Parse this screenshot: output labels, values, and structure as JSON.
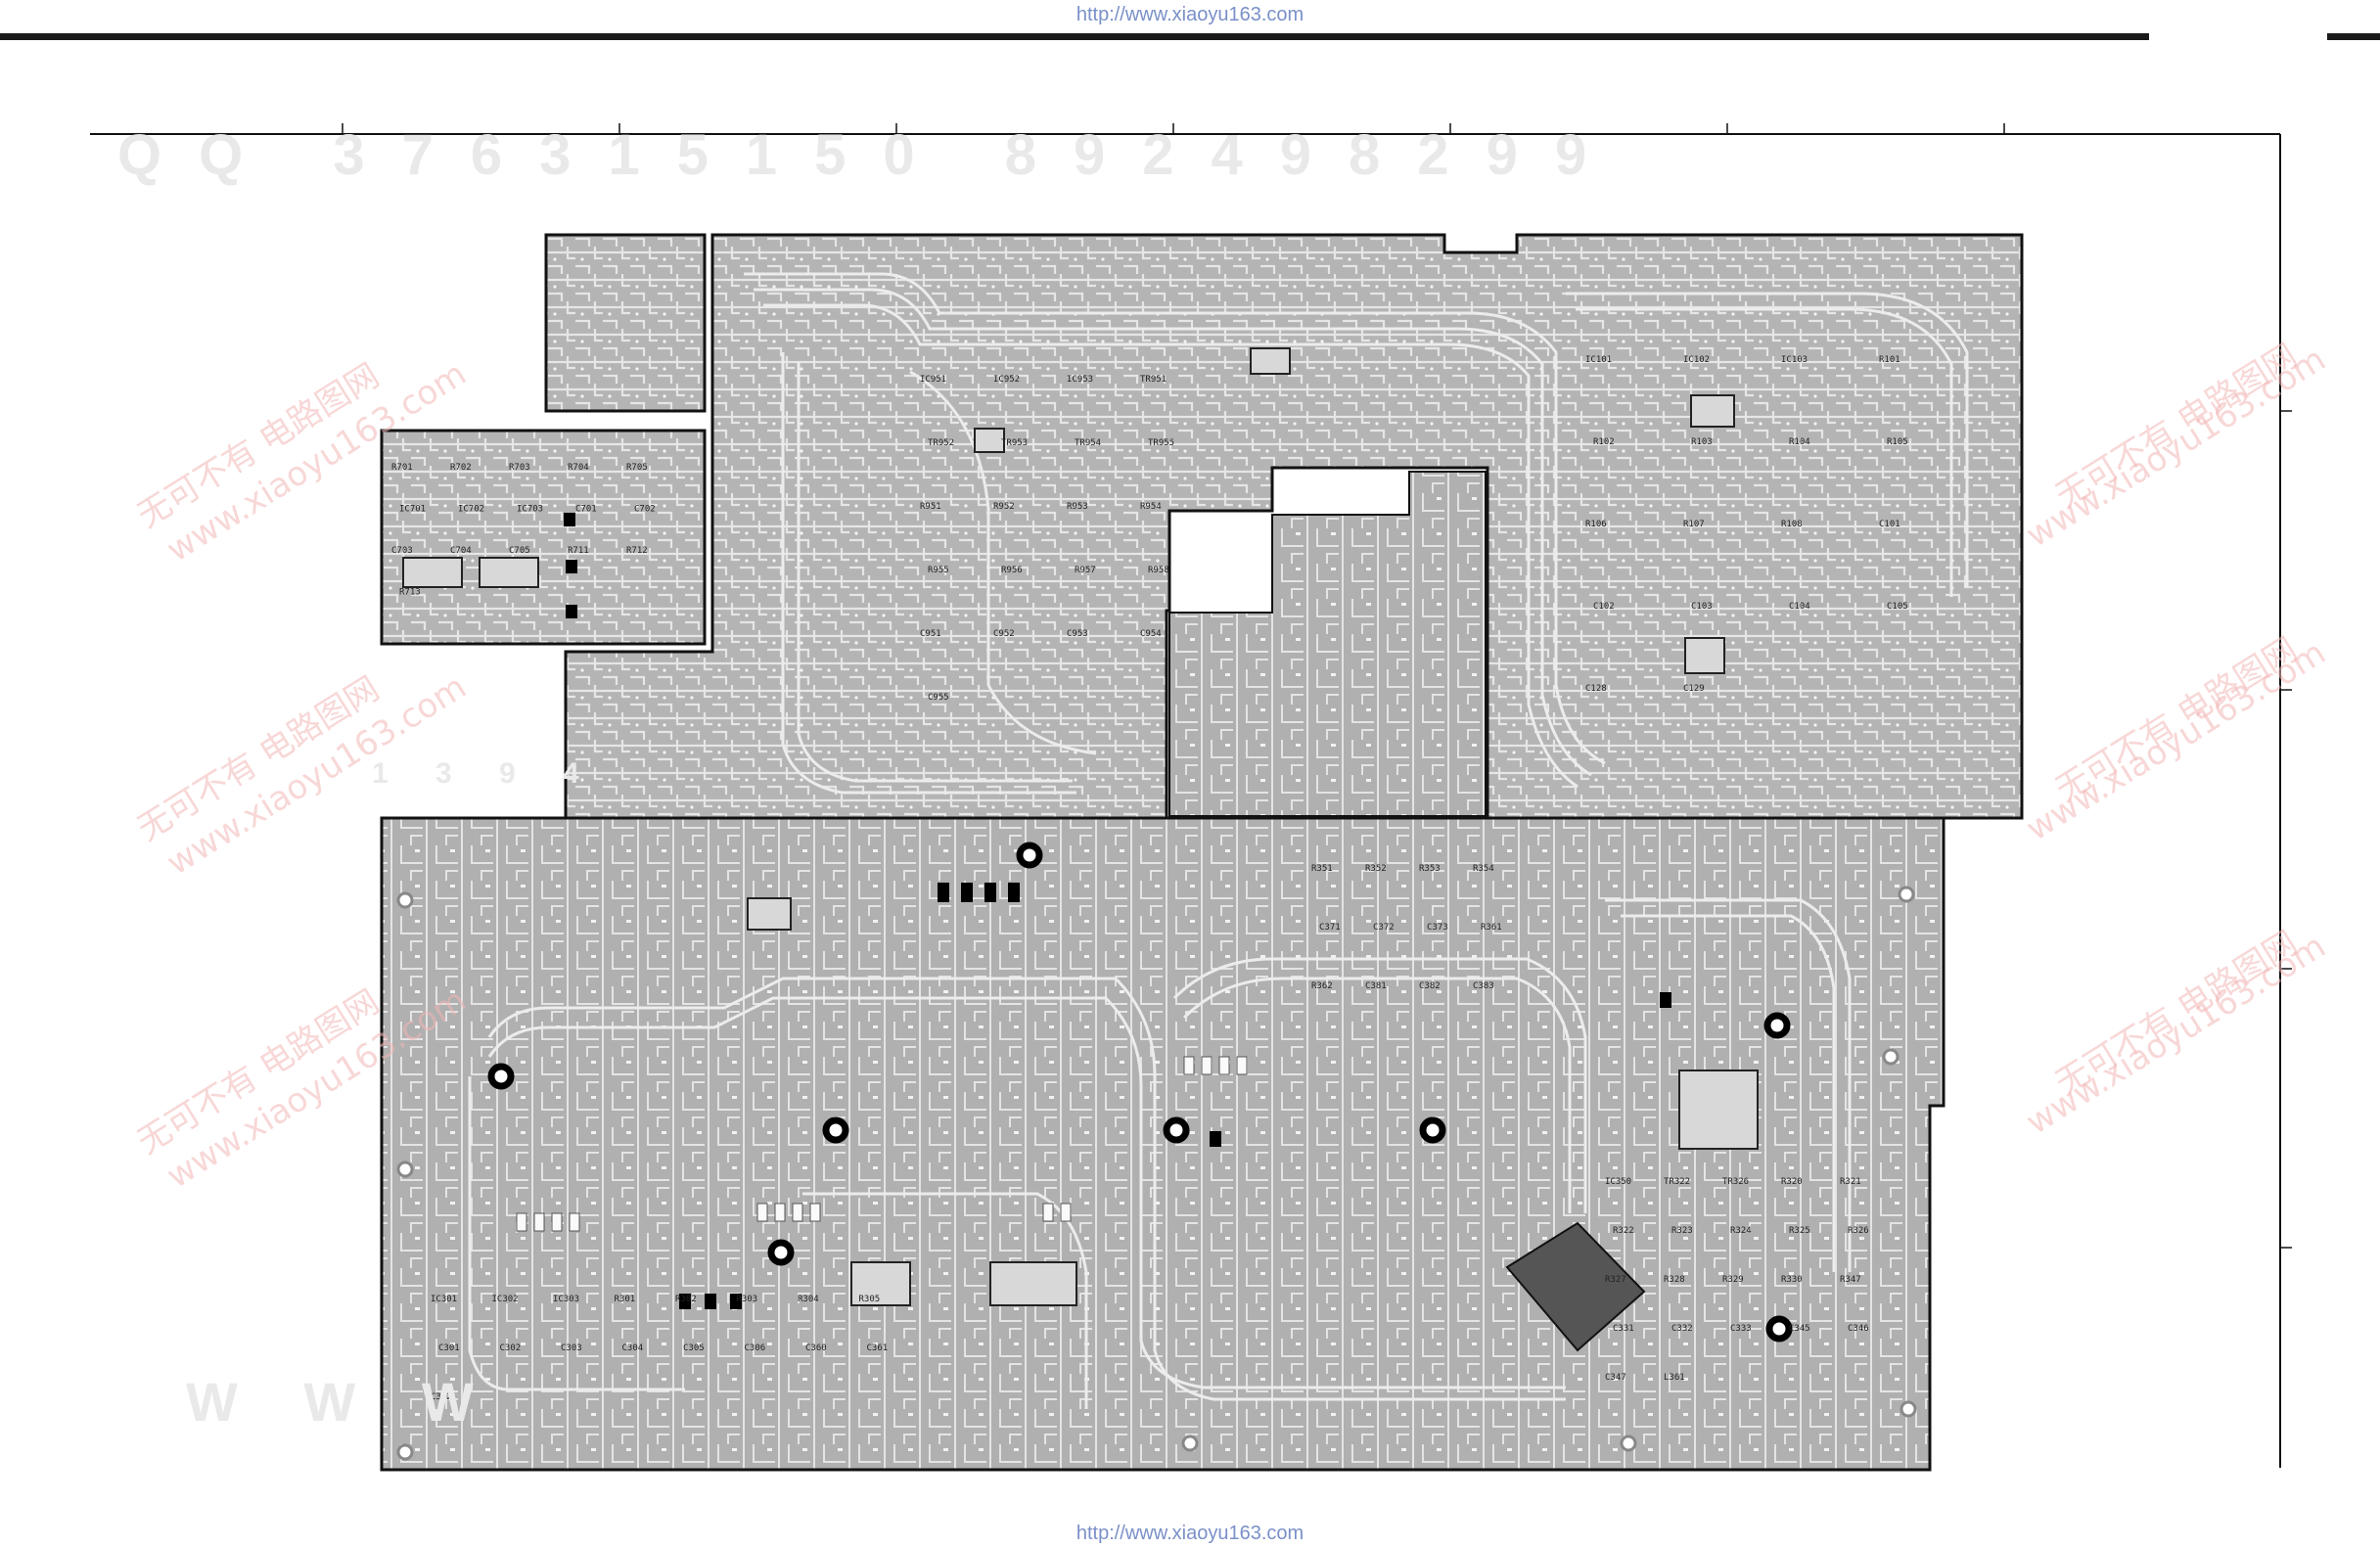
{
  "header_url": "http://www.xiaoyu163.com",
  "footer_url": "http://www.xiaoyu163.com",
  "watermark_cn": "无可不有 电路图网",
  "watermark_site": "www.xiaoyu163.com",
  "watermark_digits": "QQ 376315150 892498299",
  "watermark_digits_2": "1 3 9 4",
  "watermark_www": "W W W",
  "colors": {
    "board_fill": "#b4b4b4",
    "trace": "#e8e8e8",
    "outline": "#111111",
    "watermark": "#f0a8a8",
    "url": "#7a90c8"
  },
  "labels": {
    "upper_left": [
      "R701",
      "R702",
      "R703",
      "R704",
      "R705",
      "IC701",
      "IC702",
      "IC703",
      "C701",
      "C702",
      "C703",
      "C704",
      "C705",
      "R711",
      "R712",
      "R713"
    ],
    "upper_center": [
      "IC951",
      "IC952",
      "IC953",
      "TR951",
      "TR952",
      "TR953",
      "TR954",
      "TR955",
      "R951",
      "R952",
      "R953",
      "R954",
      "R955",
      "R956",
      "R957",
      "R958",
      "C951",
      "C952",
      "C953",
      "C954",
      "C955"
    ],
    "upper_right": [
      "IC101",
      "IC102",
      "IC103",
      "R101",
      "R102",
      "R103",
      "R104",
      "R105",
      "R106",
      "R107",
      "R108",
      "C101",
      "C102",
      "C103",
      "C104",
      "C105",
      "C128",
      "C129"
    ],
    "lower_left": [
      "IC301",
      "IC302",
      "IC303",
      "R301",
      "R302",
      "R303",
      "R304",
      "R305",
      "C301",
      "C302",
      "C303",
      "C304",
      "C305",
      "C306",
      "C360",
      "C361",
      "C362"
    ],
    "lower_center": [
      "R351",
      "R352",
      "R353",
      "R354",
      "C371",
      "C372",
      "C373",
      "R361",
      "R362",
      "C381",
      "C382",
      "C383"
    ],
    "lower_right": [
      "IC350",
      "TR322",
      "TR326",
      "R320",
      "R321",
      "R322",
      "R323",
      "R324",
      "R325",
      "R326",
      "R327",
      "R328",
      "R329",
      "R330",
      "R347",
      "C331",
      "C332",
      "C333",
      "C345",
      "C346",
      "C347",
      "L361"
    ]
  }
}
